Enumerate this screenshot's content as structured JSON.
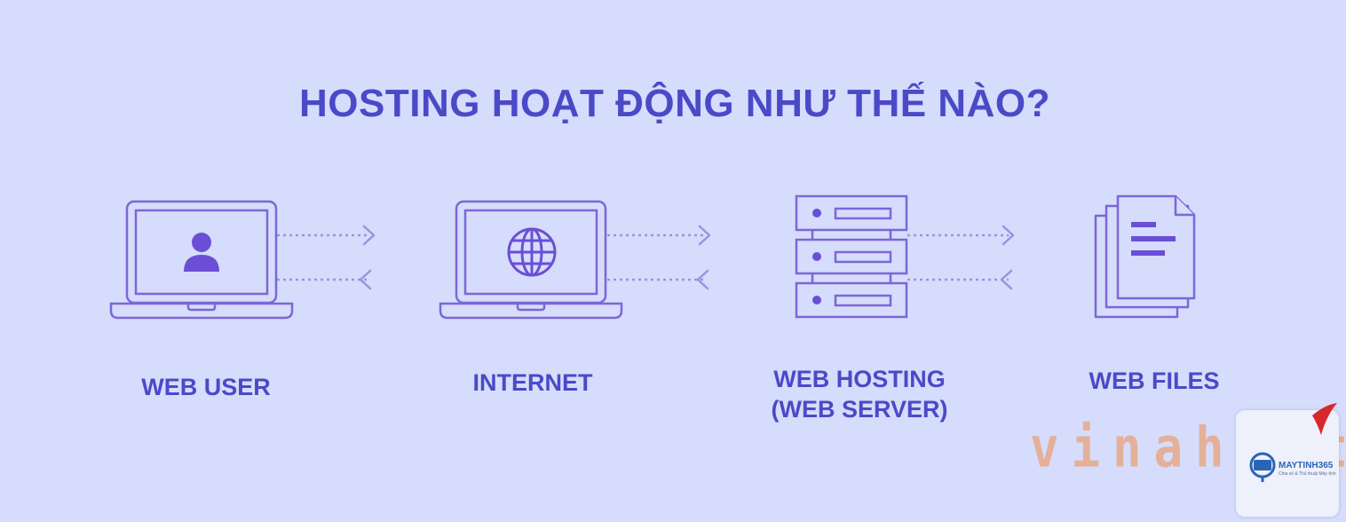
{
  "title": "HOSTING HOẠT ĐỘNG NHƯ THẾ NÀO?",
  "nodes": [
    {
      "id": "web-user",
      "lines": [
        "WEB USER"
      ],
      "icon": "user-laptop-icon"
    },
    {
      "id": "internet",
      "lines": [
        "INTERNET"
      ],
      "icon": "globe-laptop-icon"
    },
    {
      "id": "web-hosting",
      "lines": [
        "WEB HOSTING",
        "(WEB SERVER)"
      ],
      "icon": "server-icon"
    },
    {
      "id": "web-files",
      "lines": [
        "WEB FILES"
      ],
      "icon": "documents-icon"
    }
  ],
  "watermark": {
    "text": "vinahost",
    "logo_name": "MAYTINH365",
    "logo_tagline": "Chia sẻ & Thủ thuật Máy tính"
  },
  "colors": {
    "background": "#d6dcfb",
    "primary": "#4a4ac8",
    "icon_stroke": "#7b67d8",
    "icon_fill": "#6a4fd6",
    "connector": "#9d92df"
  }
}
